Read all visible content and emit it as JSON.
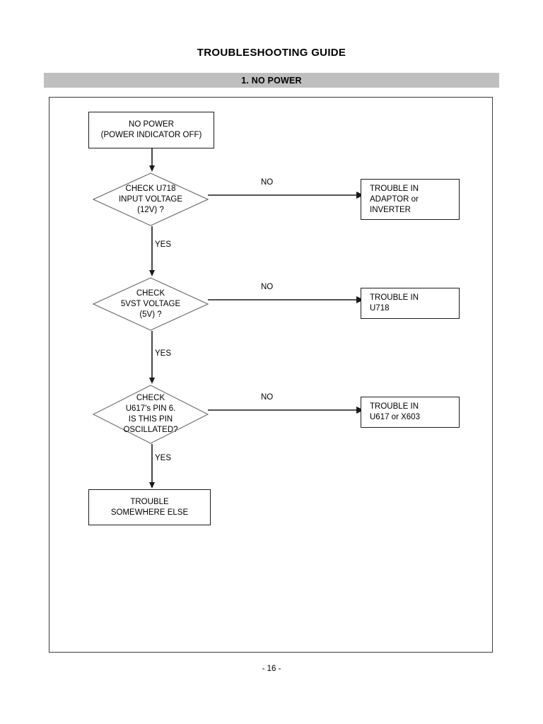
{
  "document": {
    "title": "TROUBLESHOOTING GUIDE",
    "section": "1. NO POWER",
    "page_number": "- 16 -"
  },
  "colors": {
    "section_bar_bg": "#bfbfbf",
    "frame_border": "#3a3a3a",
    "node_border": "#1a1a1a",
    "text": "#000000",
    "page_bg": "#ffffff"
  },
  "flowchart": {
    "start": {
      "label": "NO POWER\n(POWER INDICATOR OFF)"
    },
    "decisions": [
      {
        "label": "CHECK U718\nINPUT VOLTAGE\n(12V) ?",
        "no_label": "NO",
        "yes_label": "YES",
        "no_target": "TROUBLE IN\nADAPTOR or\nINVERTER"
      },
      {
        "label": "CHECK\n5VST VOLTAGE\n(5V) ?",
        "no_label": "NO",
        "yes_label": "YES",
        "no_target": "TROUBLE IN\nU718"
      },
      {
        "label": "CHECK\nU617's PIN 6.\nIS THIS PIN\nOSCILLATED?",
        "no_label": "NO",
        "yes_label": "YES",
        "no_target": "TROUBLE IN\nU617 or X603"
      }
    ],
    "end": {
      "label": "TROUBLE\nSOMEWHERE ELSE"
    }
  }
}
